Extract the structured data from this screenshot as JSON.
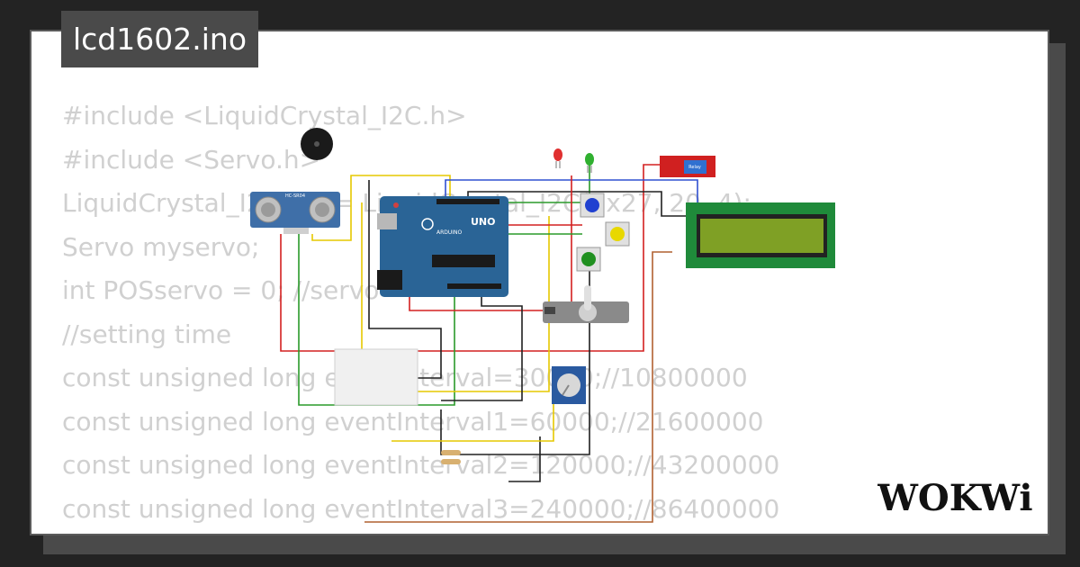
{
  "project": {
    "filename": "lcd1602.ino"
  },
  "code_lines": [
    "#include <LiquidCrystal_I2C.h>",
    "#include <Servo.h>",
    "LiquidCrystal_I2C lcd = LiquidCrystal_I2C(0x27, 20, 4);",
    "Servo myservo;",
    "int POSservo = 0; //servo",
    "",
    "//setting time",
    "const unsigned long eventInterval=30000;//10800000",
    "const unsigned long eventInterval1=60000;//21600000",
    "const unsigned long eventInterval2=120000;//43200000",
    "const unsigned long eventInterval3=240000;//86400000"
  ],
  "components": {
    "arduino_label": "UNO",
    "arduino_brand": "ARDUINO",
    "relay_label": "Relay",
    "sensor_label": "HC-SR04"
  },
  "brand": {
    "logo_text": "WOKWi"
  },
  "colors": {
    "background": "#232323",
    "title_bg": "#4a4a4a",
    "arduino": "#2a6496",
    "lcd_board": "#1f8a3a",
    "lcd_screen": "#7fa025",
    "relay": "#d02020"
  }
}
